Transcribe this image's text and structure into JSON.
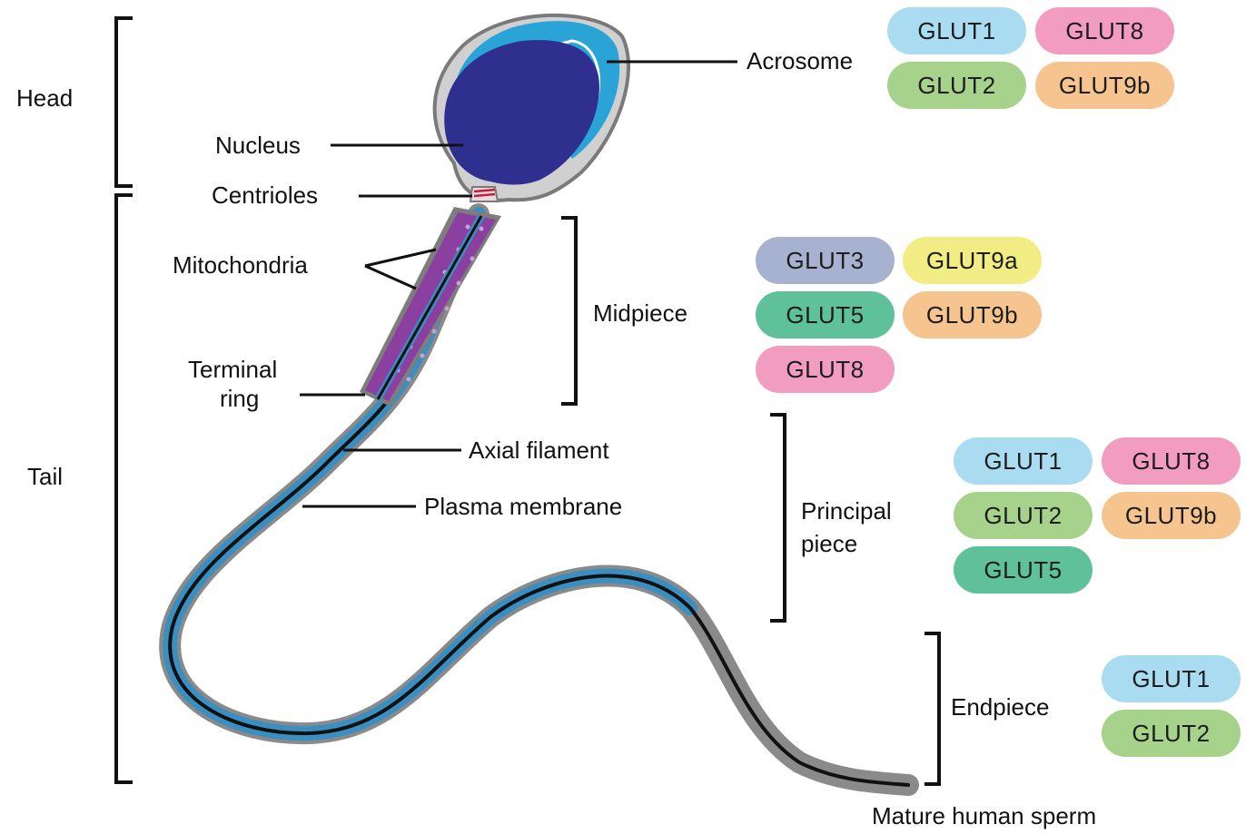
{
  "labels": {
    "head": "Head",
    "tail": "Tail",
    "nucleus": "Nucleus",
    "acrosome": "Acrosome",
    "centrioles": "Centrioles",
    "mitochondria": "Mitochondria",
    "terminal_ring_line1": "Terminal",
    "terminal_ring_line2": "ring",
    "midpiece": "Midpiece",
    "axial_filament": "Axial filament",
    "plasma_membrane": "Plasma membrane",
    "principal_piece_line1": "Principal",
    "principal_piece_line2": "piece",
    "endpiece": "Endpiece",
    "caption": "Mature human sperm"
  },
  "colors": {
    "glut1": "#a9dcf0",
    "glut2": "#a7d28c",
    "glut3": "#a6b2cf",
    "glut5": "#5ec19a",
    "glut8": "#f29cbf",
    "glut9a": "#f2ec84",
    "glut9b": "#f5c48f",
    "nucleus": "#2e2f8f",
    "acrosome": "#2aa3d7",
    "membrane": "#8a8a8a",
    "tail_blue": "#3a8fc0",
    "mitochondria": "#8b3fa0"
  },
  "transporters": {
    "head": [
      "GLUT1",
      "GLUT8",
      "GLUT2",
      "GLUT9b"
    ],
    "midpiece": [
      "GLUT3",
      "GLUT9a",
      "GLUT5",
      "GLUT9b",
      "GLUT8"
    ],
    "principal": [
      "GLUT1",
      "GLUT8",
      "GLUT2",
      "GLUT9b",
      "GLUT5"
    ],
    "endpiece": [
      "GLUT1",
      "GLUT2"
    ]
  }
}
